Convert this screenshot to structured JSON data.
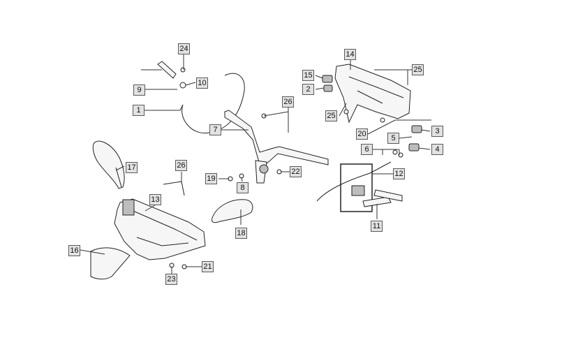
{
  "diagram": {
    "callouts": [
      {
        "id": "c24",
        "label": "24"
      },
      {
        "id": "c10",
        "label": "10"
      },
      {
        "id": "c9",
        "label": "9"
      },
      {
        "id": "c1",
        "label": "1"
      },
      {
        "id": "c14",
        "label": "14"
      },
      {
        "id": "c15",
        "label": "15"
      },
      {
        "id": "c2",
        "label": "2"
      },
      {
        "id": "c25a",
        "label": "25"
      },
      {
        "id": "c25b",
        "label": "25"
      },
      {
        "id": "c26a",
        "label": "26"
      },
      {
        "id": "c7",
        "label": "7"
      },
      {
        "id": "c20",
        "label": "20"
      },
      {
        "id": "c3",
        "label": "3"
      },
      {
        "id": "c5",
        "label": "5"
      },
      {
        "id": "c4",
        "label": "4"
      },
      {
        "id": "c6",
        "label": "6"
      },
      {
        "id": "c17",
        "label": "17"
      },
      {
        "id": "c26b",
        "label": "26"
      },
      {
        "id": "c12",
        "label": "12"
      },
      {
        "id": "c19",
        "label": "19"
      },
      {
        "id": "c8",
        "label": "8"
      },
      {
        "id": "c22",
        "label": "22"
      },
      {
        "id": "c13",
        "label": "13"
      },
      {
        "id": "c11",
        "label": "11"
      },
      {
        "id": "c18",
        "label": "18"
      },
      {
        "id": "c16",
        "label": "16"
      },
      {
        "id": "c21",
        "label": "21"
      },
      {
        "id": "c23",
        "label": "23"
      }
    ]
  }
}
